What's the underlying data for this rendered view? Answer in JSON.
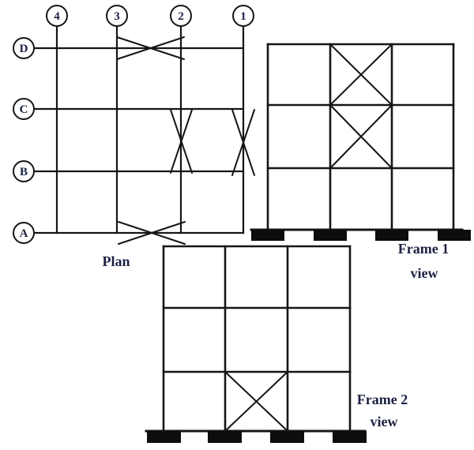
{
  "diagram": {
    "kind": "braced-frame building layout figure",
    "background_color": "#ffffff",
    "line_color": "#161616",
    "text_color": "#1b2142"
  },
  "plan": {
    "caption": "Plan",
    "column_grid_labels": [
      "4",
      "3",
      "2",
      "1"
    ],
    "row_grid_labels": [
      "D",
      "C",
      "B",
      "A"
    ],
    "braces": [
      {
        "location": "on grid line D between column lines 3 and 2"
      },
      {
        "location": "on column line 2 between grid lines C and B"
      },
      {
        "location": "on column line 1 between grid lines C and B"
      },
      {
        "location": "on grid line A between column lines 3 and 2"
      }
    ]
  },
  "frame1": {
    "caption_line1": "Frame 1",
    "caption_line2": "view",
    "bays": 3,
    "stories": 3,
    "braces": [
      {
        "location": "middle bay, top story"
      },
      {
        "location": "middle bay, middle story"
      }
    ],
    "supports": 4
  },
  "frame2": {
    "caption_line1": "Frame 2",
    "caption_line2": "view",
    "bays": 3,
    "stories": 3,
    "braces": [
      {
        "location": "middle bay, bottom story"
      }
    ],
    "supports": 4
  }
}
